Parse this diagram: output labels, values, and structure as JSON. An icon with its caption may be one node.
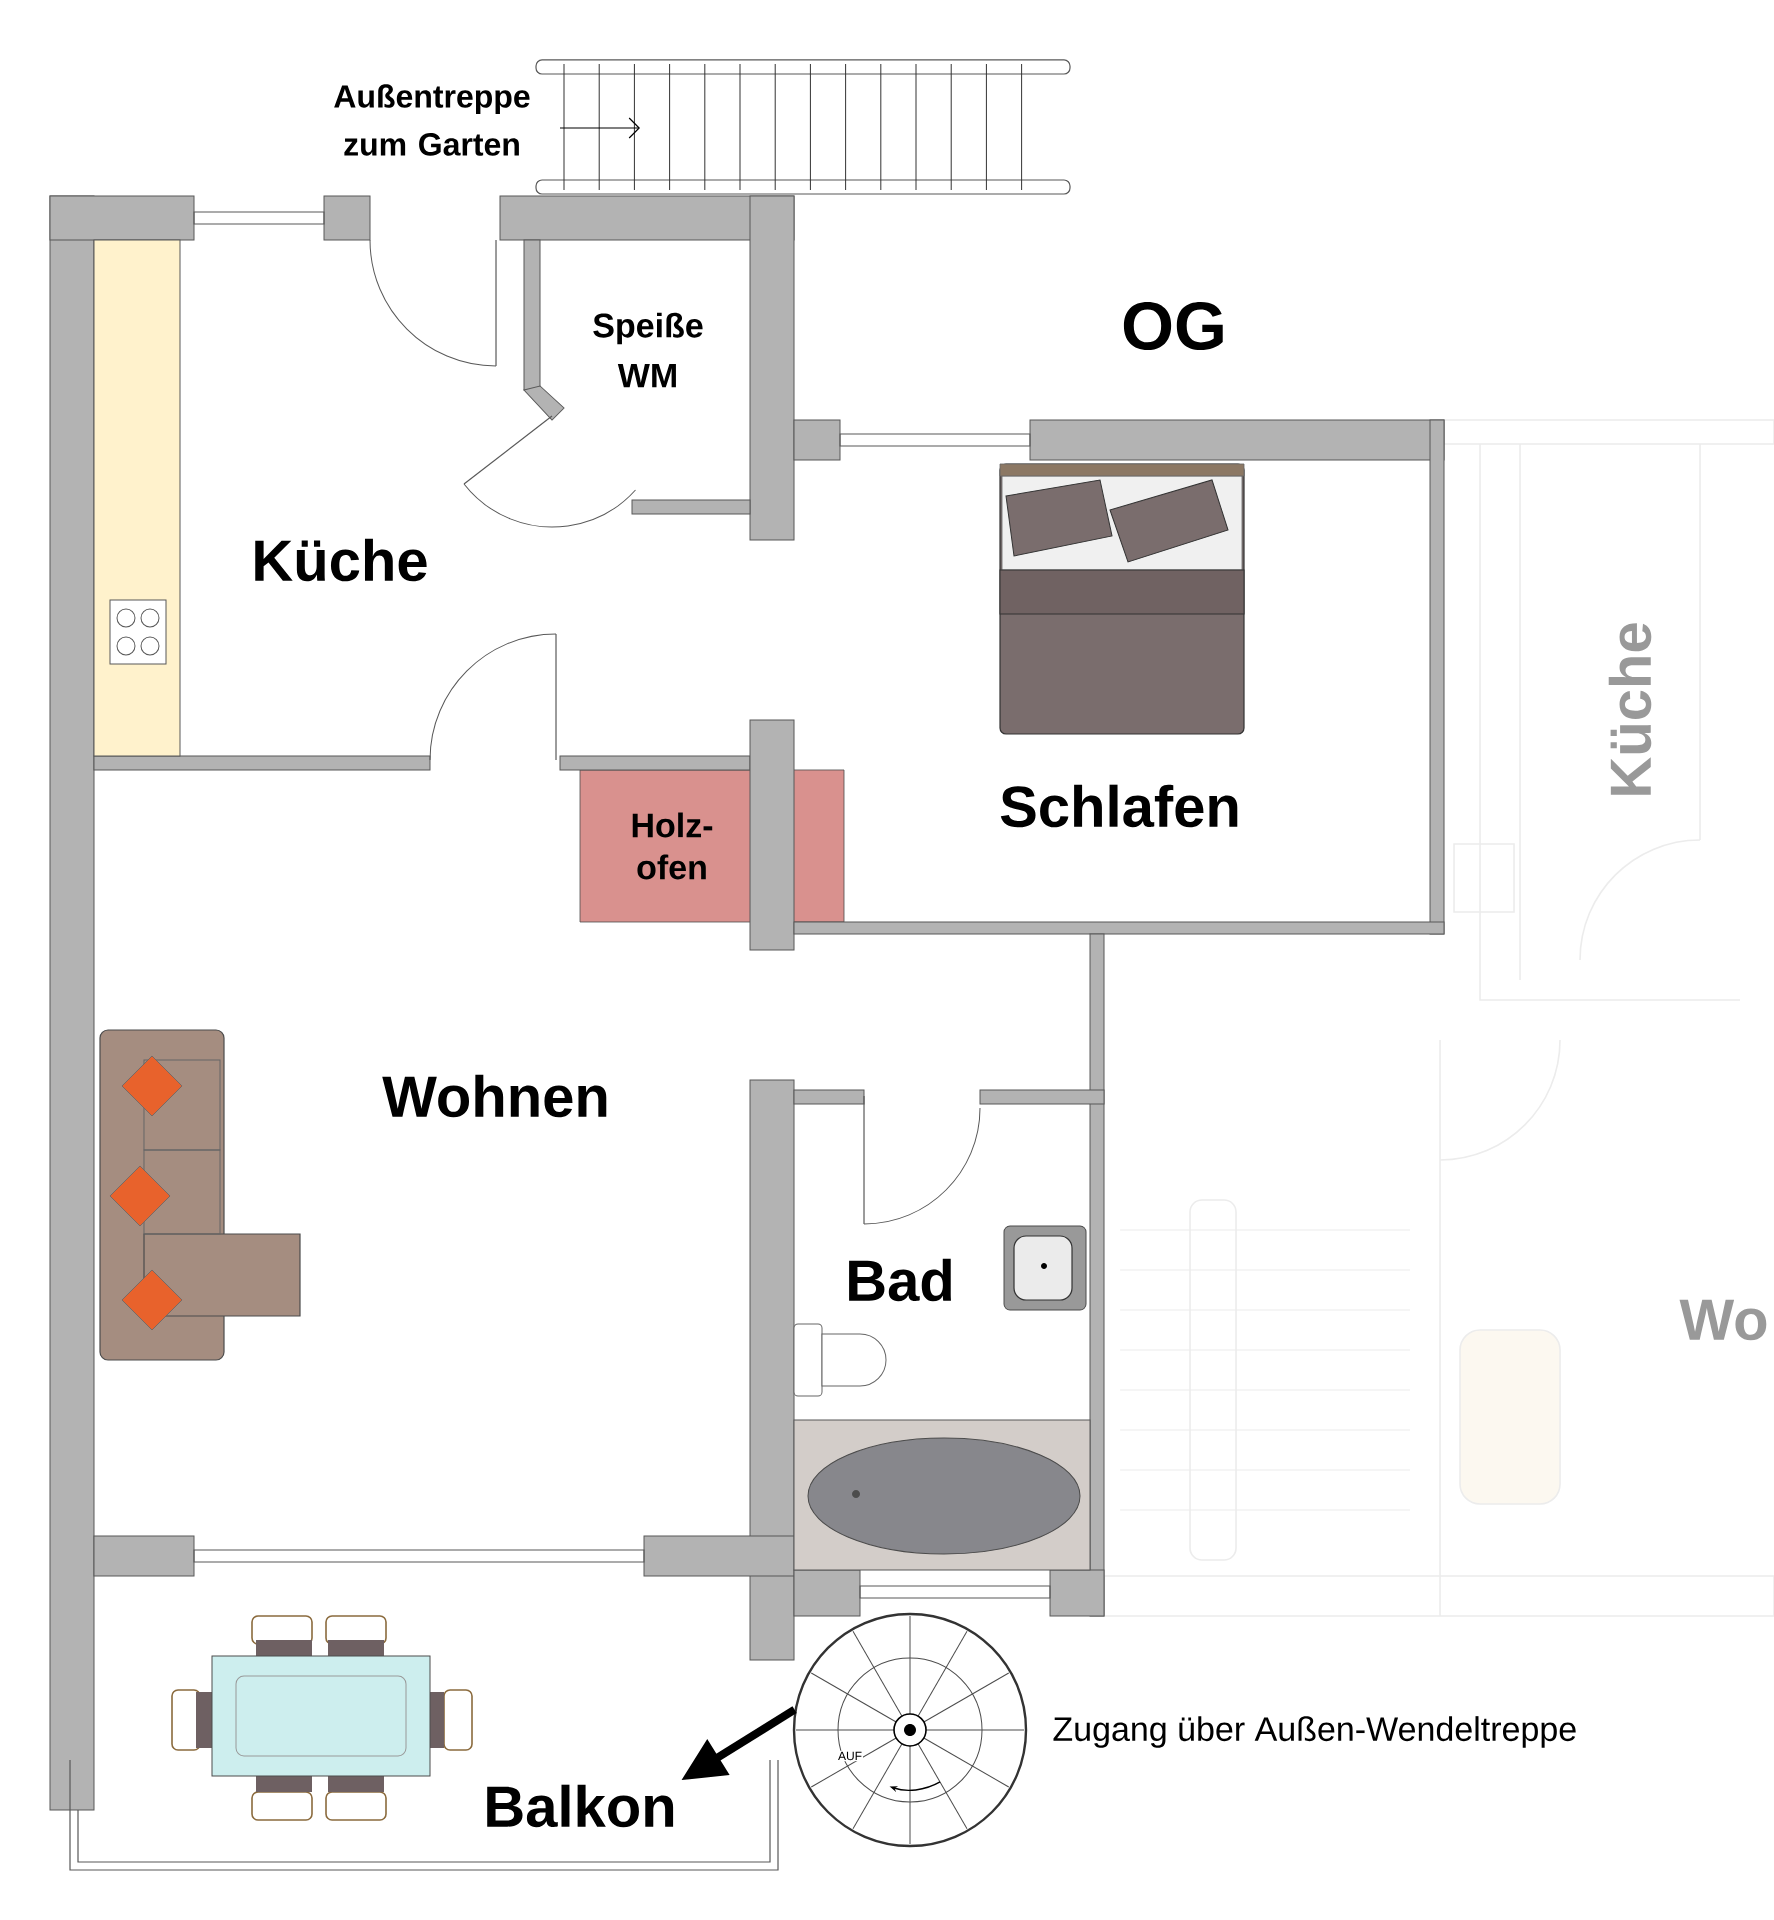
{
  "diagram": {
    "nodes": [
      {
        "text": [
          "Holz- ofen"
        ]
      },
      {
        "text": [],
        "shape": "circle",
        "beside": [
          "Zugang über Außen-Wendeltreppe"
        ]
      },
      {
        "text": [
          "Balkon"
        ]
      }
    ],
    "edges": [
      {
        "from": 1,
        "to": 2,
        "arrow": "to"
      }
    ],
    "labels": [
      "Außentreppe zum Garten",
      "Speiße WM",
      "OG",
      "Küche",
      "Küche",
      "Schlafen",
      "Wohnen",
      "Wo",
      "Bad",
      "AUF"
    ]
  }
}
